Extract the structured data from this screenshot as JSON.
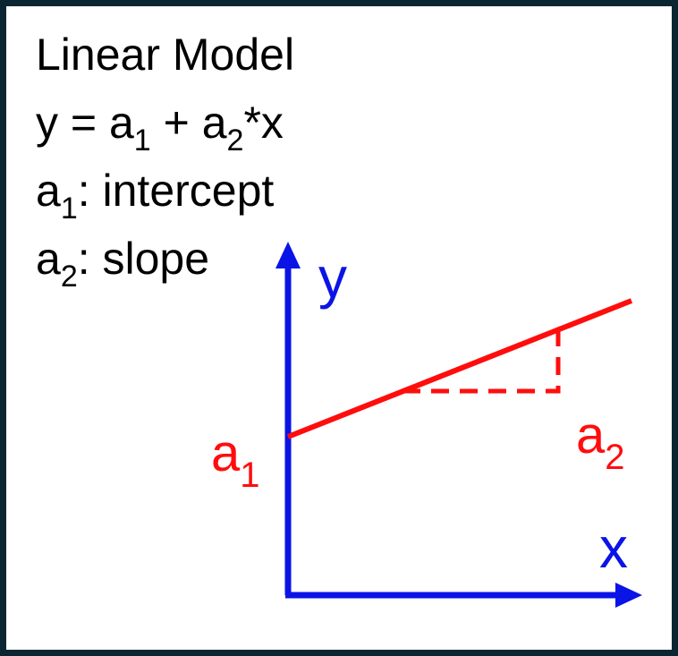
{
  "title": "Linear Model",
  "equation": {
    "y": "y",
    "eq": " = ",
    "a": "a",
    "sub1": "1",
    "plus": " + ",
    "sub2": "2",
    "tail": "*x"
  },
  "defs": [
    {
      "var": "a",
      "sub": "1",
      "text": ": intercept"
    },
    {
      "var": "a",
      "sub": "2",
      "text": ": slope"
    }
  ],
  "diagram": {
    "y_axis_label": "y",
    "x_axis_label": "x",
    "intercept_label": {
      "var": "a",
      "sub": "1"
    },
    "slope_label": {
      "var": "a",
      "sub": "2"
    },
    "colors": {
      "axes": "#0a14e6",
      "line": "#ff0d0d",
      "text": "#000000",
      "border": "#0b2533"
    }
  }
}
